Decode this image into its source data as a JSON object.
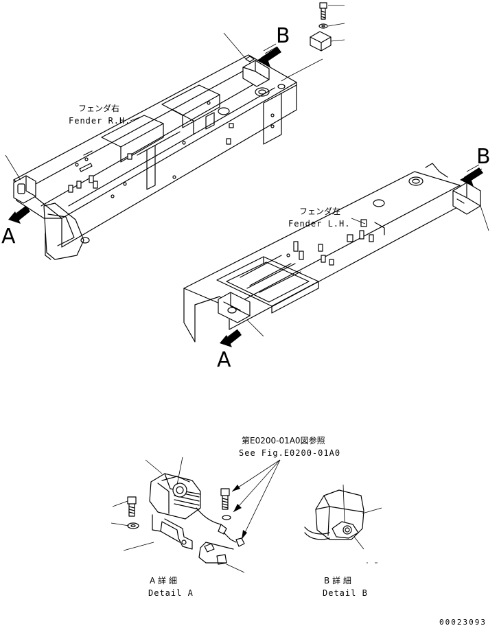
{
  "labels": {
    "fender_rh_jp": "フェンダ右",
    "fender_rh_en": "Fender R.H.",
    "fender_lh_jp": "フェンダ左",
    "fender_lh_en": "Fender L.H.",
    "view_a_left": "A",
    "view_b_left": "B",
    "view_a_right": "A",
    "view_b_right": "B",
    "see_fig_jp": "第E0200-01A0図参照",
    "see_fig_en": "See Fig.E0200-01A0",
    "detail_a_jp": "A 詳 細",
    "detail_a_en": "Detail A",
    "detail_b_jp": "B 詳 細",
    "detail_b_en": "Detail B",
    "drawing_number": "00023093"
  }
}
